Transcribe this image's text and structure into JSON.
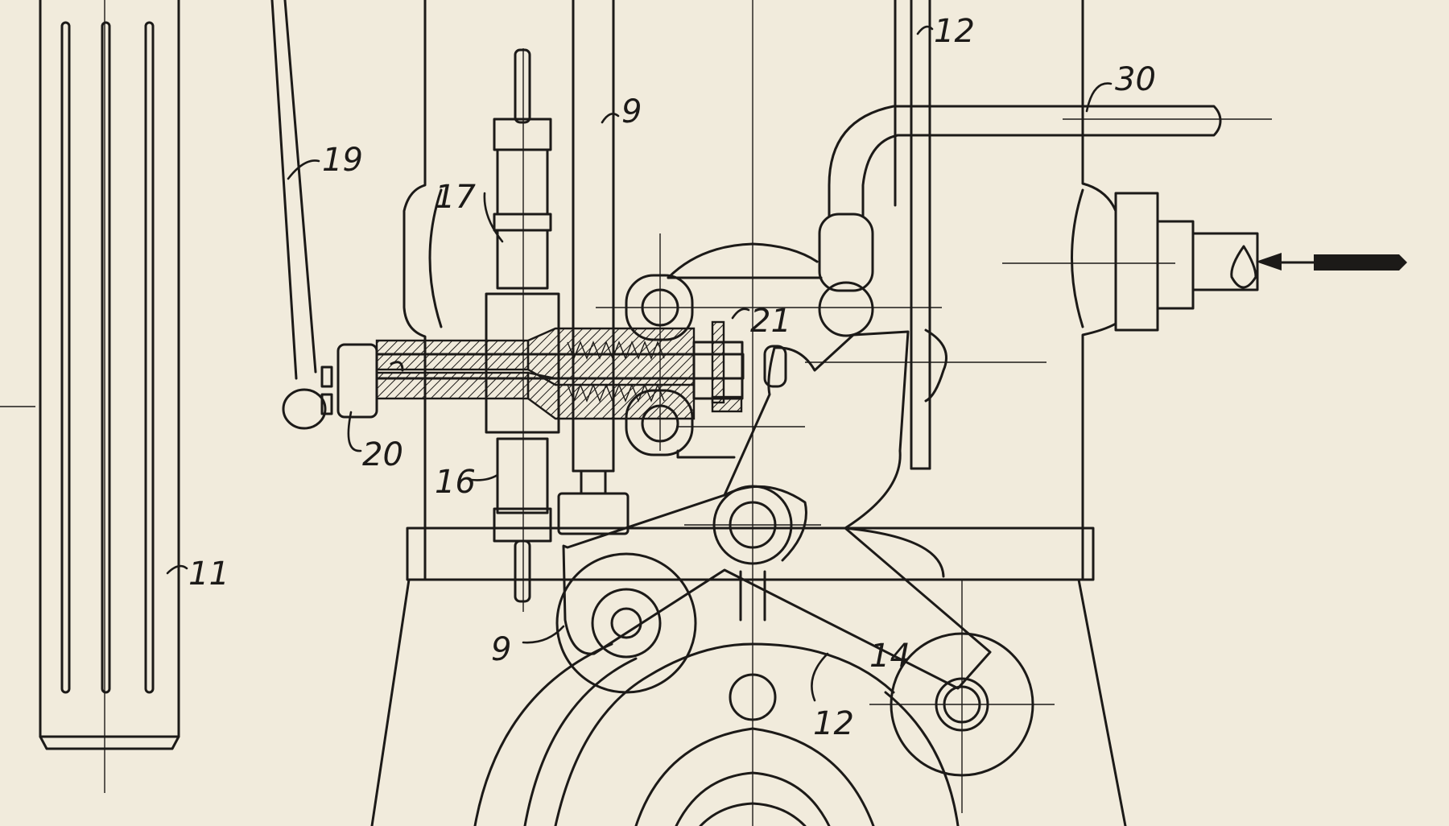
{
  "drawing": {
    "paper_color": "#f1ebdc",
    "ink_color": "#1c1a18",
    "part_labels": [
      "12",
      "30",
      "9",
      "19",
      "17",
      "21",
      "20",
      "16",
      "11",
      "9",
      "14",
      "12"
    ]
  }
}
